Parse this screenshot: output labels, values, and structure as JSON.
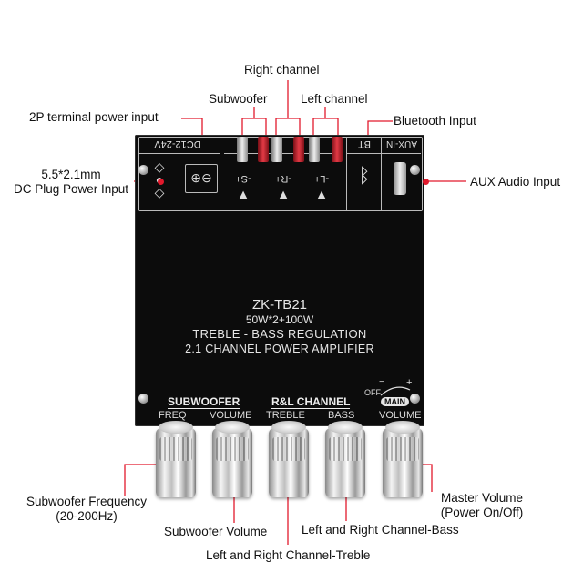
{
  "callouts": {
    "right_channel": "Right channel",
    "subwoofer": "Subwoofer",
    "left_channel": "Left channel",
    "terminal_power": "2P terminal power input",
    "bluetooth_input": "Bluetooth Input",
    "dc_plug_line1": "5.5*2.1mm",
    "dc_plug_line2": "DC Plug Power Input",
    "aux_input": "AUX Audio Input",
    "sub_freq_line1": "Subwoofer Frequency",
    "sub_freq_line2": "(20-200Hz)",
    "sub_volume": "Subwoofer Volume",
    "lr_bass": "Left and Right Channel-Bass",
    "lr_treble": "Left and Right Channel-Treble",
    "master_line1": "Master Volume",
    "master_line2": "(Power On/Off)"
  },
  "board": {
    "power_label": "DC12-24V",
    "bt_label": "BT",
    "aux_label": "AUX-IN",
    "sub_terminal": "-S+",
    "right_terminal": "-R+",
    "left_terminal": "-L+",
    "model": "ZK-TB21",
    "power_spec": "50W*2+100W",
    "line1": "TREBLE - BASS REGULATION",
    "line2": "2.1 CHANNEL POWER AMPLIFIER",
    "group_subwoofer": "SUBWOOFER",
    "group_rl": "R&L CHANNEL",
    "knob_freq": "FREQ",
    "knob_volume": "VOLUME",
    "knob_treble": "TREBLE",
    "knob_bass": "BASS",
    "knob_main_volume": "VOLUME",
    "main_badge": "MAIN",
    "off_label": "OFF",
    "minus": "−",
    "plus": "+"
  },
  "colors": {
    "leader_line": "#e2192c",
    "board": "#0c0c0c",
    "panel_text": "#e6e6e6"
  }
}
